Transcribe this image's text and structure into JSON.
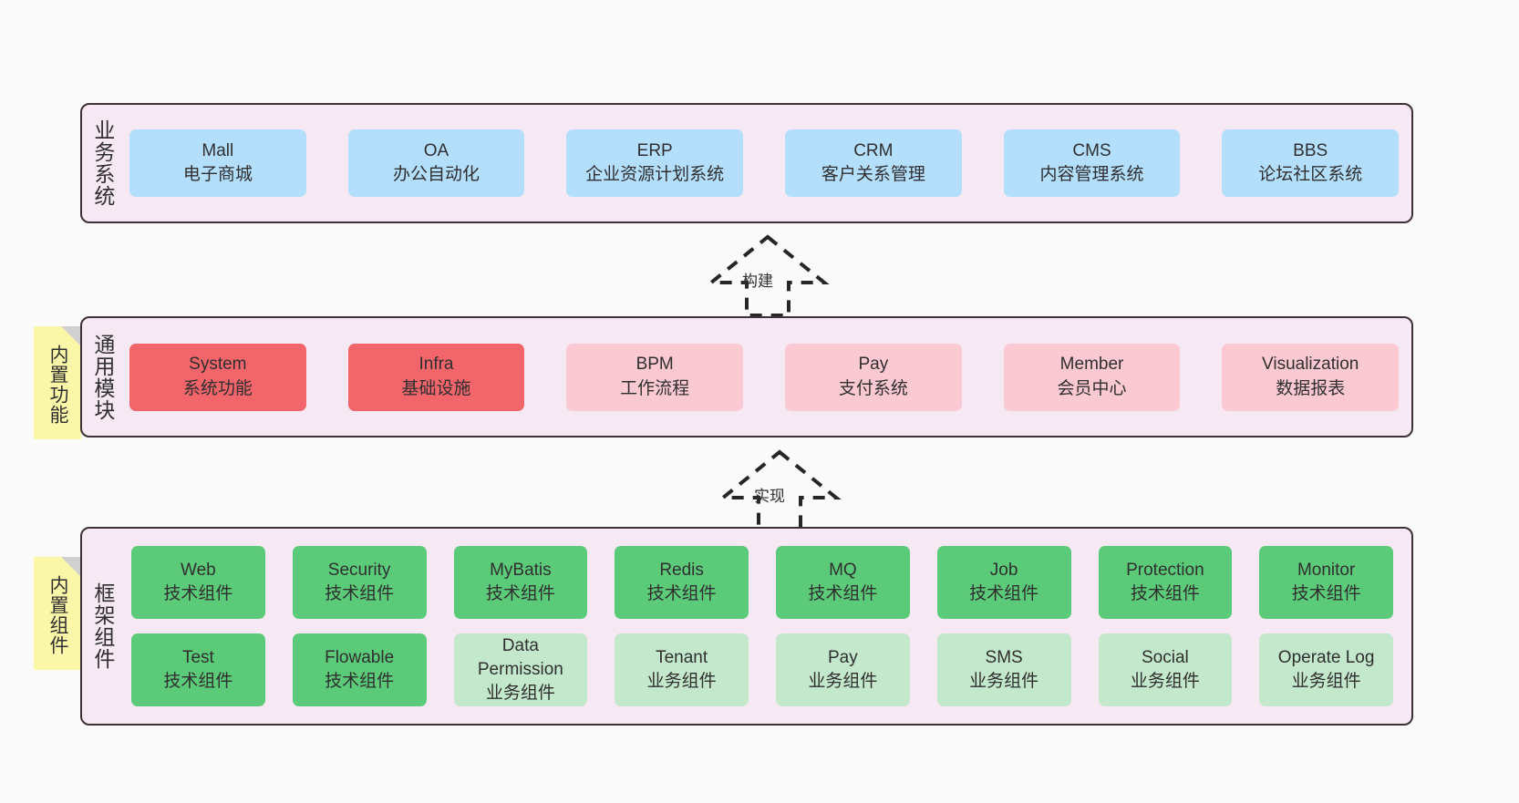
{
  "diagram": {
    "title": "System architecture layers",
    "background": "#fafafa",
    "band_fill": "#f7e9f4",
    "band_border": "#3d3136"
  },
  "layers": [
    {
      "id": "business",
      "title": "业务系统",
      "color": "#b3dffc",
      "rows": [
        [
          {
            "name": "Mall",
            "desc": "电子商城"
          },
          {
            "name": "OA",
            "desc": "办公自动化"
          },
          {
            "name": "ERP",
            "desc": "企业资源计划系统"
          },
          {
            "name": "CRM",
            "desc": "客户关系管理"
          },
          {
            "name": "CMS",
            "desc": "内容管理系统"
          },
          {
            "name": "BBS",
            "desc": "论坛社区系统"
          }
        ]
      ]
    },
    {
      "id": "common",
      "title": "通用模块",
      "note": "内置功能",
      "color_strong": "#f2656b",
      "color_light": "#fbc9d2",
      "rows": [
        [
          {
            "name": "System",
            "desc": "系统功能",
            "tone": "strong"
          },
          {
            "name": "Infra",
            "desc": "基础设施",
            "tone": "strong"
          },
          {
            "name": "BPM",
            "desc": "工作流程",
            "tone": "light"
          },
          {
            "name": "Pay",
            "desc": "支付系统",
            "tone": "light"
          },
          {
            "name": "Member",
            "desc": "会员中心",
            "tone": "light"
          },
          {
            "name": "Visualization",
            "desc": "数据报表",
            "tone": "light"
          }
        ]
      ]
    },
    {
      "id": "framework",
      "title": "框架组件",
      "note": "内置组件",
      "color_strong": "#5ccb79",
      "color_light": "#c3e8cb",
      "rows": [
        [
          {
            "name": "Web",
            "desc": "技术组件",
            "tone": "strong"
          },
          {
            "name": "Security",
            "desc": "技术组件",
            "tone": "strong"
          },
          {
            "name": "MyBatis",
            "desc": "技术组件",
            "tone": "strong"
          },
          {
            "name": "Redis",
            "desc": "技术组件",
            "tone": "strong"
          },
          {
            "name": "MQ",
            "desc": "技术组件",
            "tone": "strong"
          },
          {
            "name": "Job",
            "desc": "技术组件",
            "tone": "strong"
          },
          {
            "name": "Protection",
            "desc": "技术组件",
            "tone": "strong"
          },
          {
            "name": "Monitor",
            "desc": "技术组件",
            "tone": "strong"
          }
        ],
        [
          {
            "name": "Test",
            "desc": "技术组件",
            "tone": "strong"
          },
          {
            "name": "Flowable",
            "desc": "技术组件",
            "tone": "strong"
          },
          {
            "name": "Data Permission",
            "desc": "业务组件",
            "tone": "light",
            "wrap": true
          },
          {
            "name": "Tenant",
            "desc": "业务组件",
            "tone": "light"
          },
          {
            "name": "Pay",
            "desc": "业务组件",
            "tone": "light"
          },
          {
            "name": "SMS",
            "desc": "业务组件",
            "tone": "light"
          },
          {
            "name": "Social",
            "desc": "业务组件",
            "tone": "light"
          },
          {
            "name": "Operate Log",
            "desc": "业务组件",
            "tone": "light"
          }
        ]
      ]
    }
  ],
  "connectors": [
    {
      "id": "build",
      "label": "构建"
    },
    {
      "id": "impl",
      "label": "实现"
    }
  ]
}
